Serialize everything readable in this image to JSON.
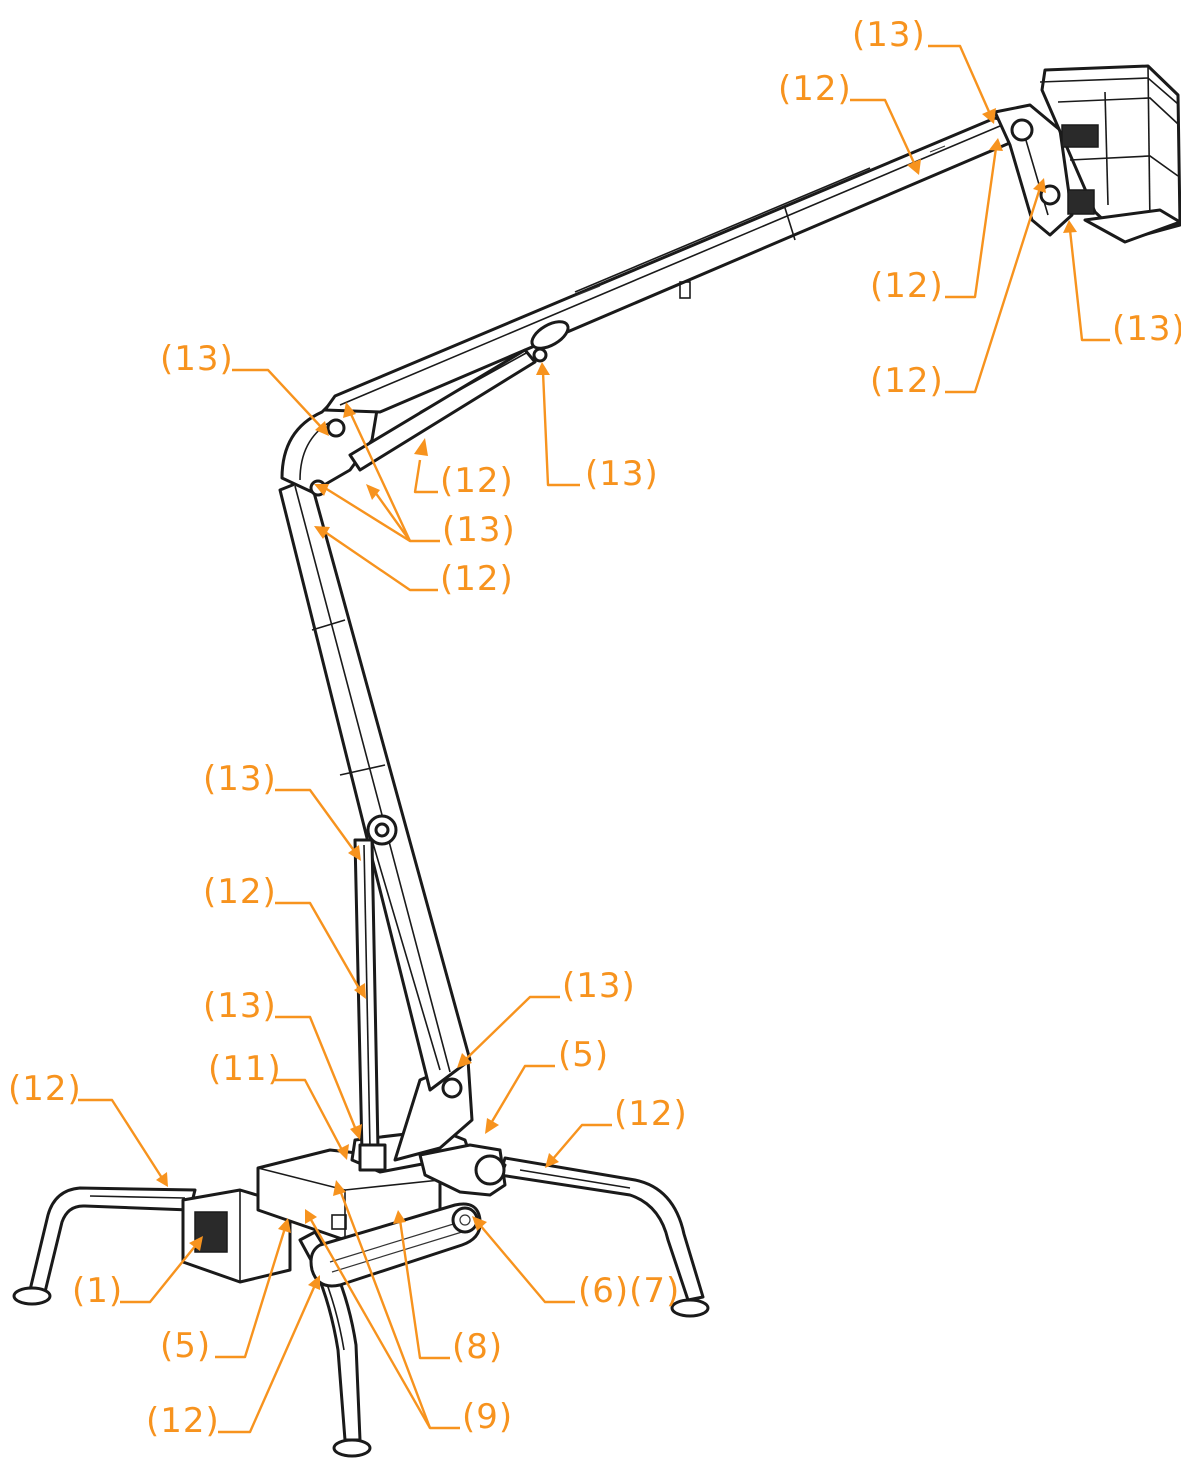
{
  "accent_color": "#f7931e",
  "line_color": "#1a1a1a",
  "callouts": [
    {
      "id": "c01",
      "label": "(13)"
    },
    {
      "id": "c02",
      "label": "(12)"
    },
    {
      "id": "c03",
      "label": "(12)"
    },
    {
      "id": "c04",
      "label": "(13)"
    },
    {
      "id": "c05",
      "label": "(12)"
    },
    {
      "id": "c06",
      "label": "(13)"
    },
    {
      "id": "c07",
      "label": "(13)"
    },
    {
      "id": "c08",
      "label": "(12)"
    },
    {
      "id": "c09",
      "label": "(13)"
    },
    {
      "id": "c10",
      "label": "(12)"
    },
    {
      "id": "c11",
      "label": "(13)"
    },
    {
      "id": "c12",
      "label": "(12)"
    },
    {
      "id": "c13",
      "label": "(13)"
    },
    {
      "id": "c14",
      "label": "(13)"
    },
    {
      "id": "c15",
      "label": "(11)"
    },
    {
      "id": "c16",
      "label": "(5)"
    },
    {
      "id": "c17",
      "label": "(12)"
    },
    {
      "id": "c18",
      "label": "(12)"
    },
    {
      "id": "c19",
      "label": "(1)"
    },
    {
      "id": "c20",
      "label": "(6)(7)"
    },
    {
      "id": "c21",
      "label": "(5)"
    },
    {
      "id": "c22",
      "label": "(8)"
    },
    {
      "id": "c23",
      "label": "(12)"
    },
    {
      "id": "c24",
      "label": "(9)"
    }
  ]
}
